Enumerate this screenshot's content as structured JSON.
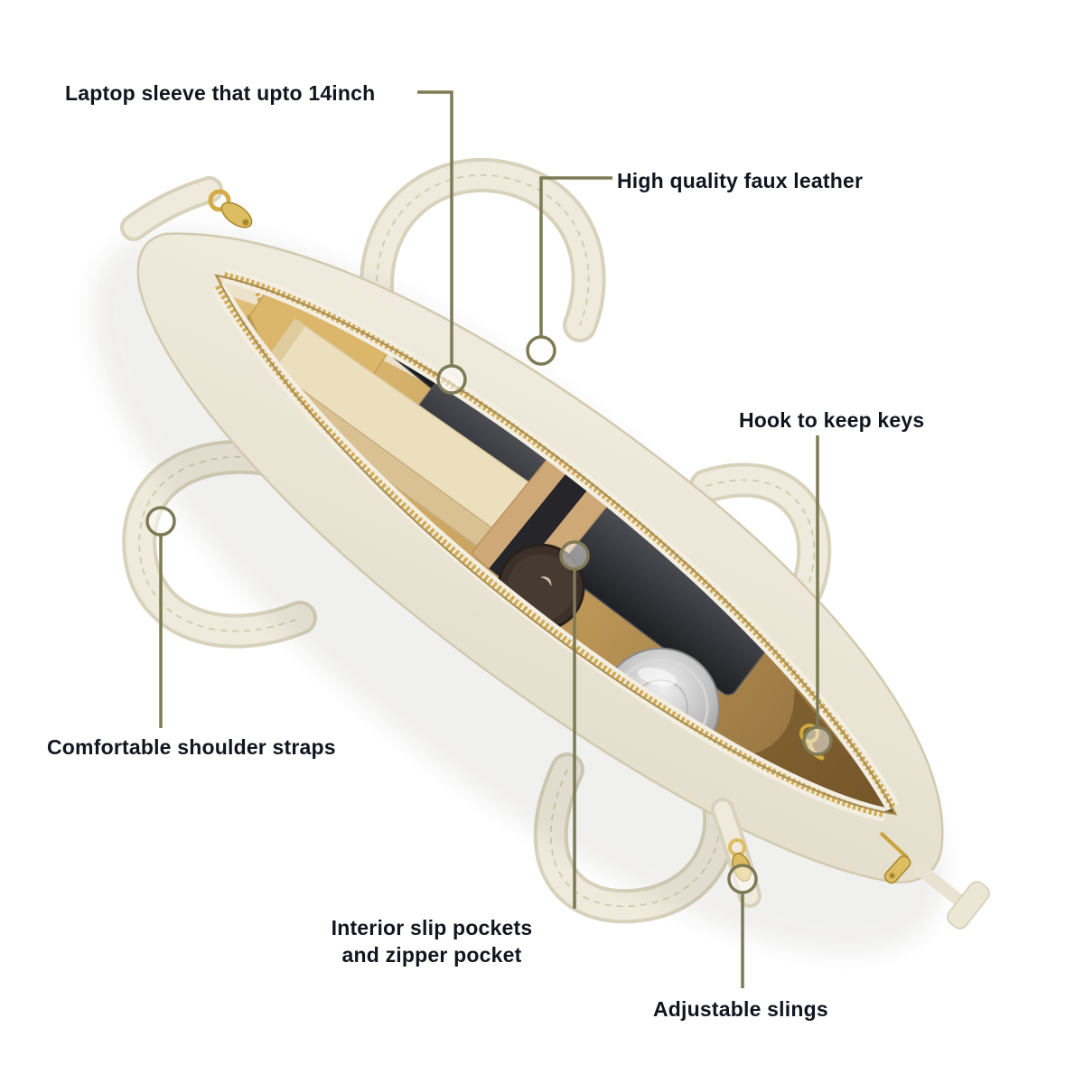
{
  "meta": {
    "background": "#ffffff",
    "image_type": "product-feature-callout"
  },
  "palette": {
    "callout_line": "#7d7a55",
    "callout_text": "#12151f",
    "bag_shell": "#ece7d9",
    "bag_outline": "#d2c9af",
    "lining_light": "#e2c07a",
    "lining_dark": "#8a6838",
    "hardware_gold": "#dcbd62",
    "laptop_dark": "#2a2b30",
    "bottle_steel": "#bfbfbf",
    "cup_brown": "#3d3028"
  },
  "product": {
    "name": "cream faux leather laptop tote bag (top view, open)",
    "items_visible": [
      "laptop",
      "phone",
      "notebooks",
      "elastic laptop band",
      "brown cup",
      "steel water bottle",
      "gold pen",
      "zippers",
      "gold clasps",
      "shoulder straps"
    ]
  },
  "callouts": [
    {
      "id": "laptop-sleeve",
      "label": "Laptop sleeve that upto 14inch"
    },
    {
      "id": "faux-leather",
      "label": "High quality faux leather"
    },
    {
      "id": "key-hook",
      "label": "Hook to keep keys"
    },
    {
      "id": "shoulder-straps",
      "label": "Comfortable shoulder straps"
    },
    {
      "id": "interior-pockets",
      "label": "Interior slip pockets and zipper pocket",
      "lines": [
        "Interior slip pockets",
        "and zipper pocket"
      ]
    },
    {
      "id": "adjustable-slings",
      "label": "Adjustable slings"
    }
  ]
}
